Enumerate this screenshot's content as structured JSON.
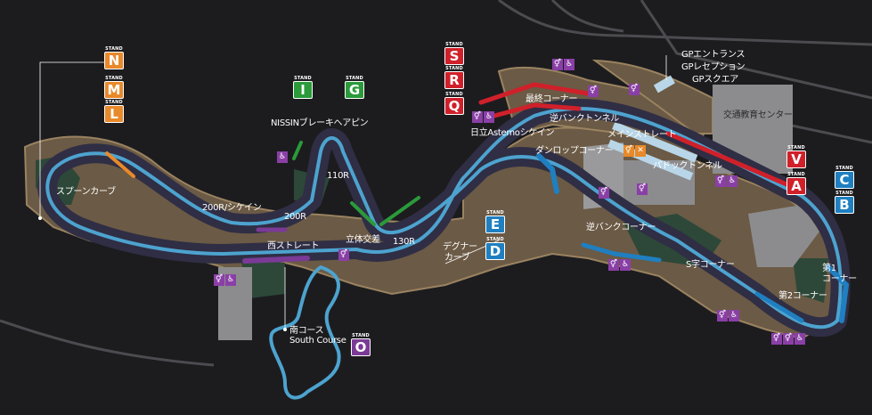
{
  "colors": {
    "background": "#1c1c1f",
    "land": "#6a5a46",
    "land_edge": "#8a7658",
    "grass": "#2e4a3a",
    "track": "#4da3cf",
    "track_fill": "#2f2e44",
    "stand_blue": "#1f7fc0",
    "stand_red": "#d0202a",
    "stand_orange": "#e8892a",
    "stand_green": "#2a9a3a",
    "stand_purple": "#7a3a96",
    "facility_purple": "#8a3fa6",
    "building_gray": "#8c8c8e",
    "roof_light": "#b8d8ea"
  },
  "stand_caption": "STAND",
  "stands": {
    "N": "N",
    "M": "M",
    "L": "L",
    "I": "I",
    "G": "G",
    "S": "S",
    "R": "R",
    "Q": "Q",
    "E": "E",
    "D": "D",
    "O": "O",
    "V": "V",
    "A": "A",
    "C": "C",
    "B": "B"
  },
  "labels": {
    "gp_entrance": "GPエントランス",
    "gp_reception": "GPレセプション",
    "gp_square": "GPスクエア",
    "traffic_center": "交通教育センター",
    "final_corner": "最終コーナー",
    "reverse_bank_tunnel": "逆バンクトンネル",
    "hitachi_chicane": "日立Astemoシケイン",
    "main_straight": "メインストレート",
    "dunlop_corner": "ダンロップコーナー",
    "paddock_tunnel": "パドックトンネル",
    "nissin_hairpin": "NISSINブレーキヘアピン",
    "r110": "110R",
    "spoon_curve": "スプーンカーブ",
    "chicane_200r": "200R/シケイン",
    "r200": "200R",
    "west_straight": "西ストレート",
    "crossover": "立体交差",
    "r130": "130R",
    "degner_1": "デグナー",
    "degner_2": "カーブ",
    "reverse_bank_corner": "逆バンクコーナー",
    "s_corner": "S字コーナー",
    "first_corner_1": "第1",
    "first_corner_2": "コーナー",
    "second_corner": "第2コーナー",
    "south_course_jp": "南コース",
    "south_course_en": "South Course"
  },
  "icons": {
    "toilet": "restroom-icon",
    "accessible": "wheelchair-icon",
    "food": "food-icon"
  }
}
